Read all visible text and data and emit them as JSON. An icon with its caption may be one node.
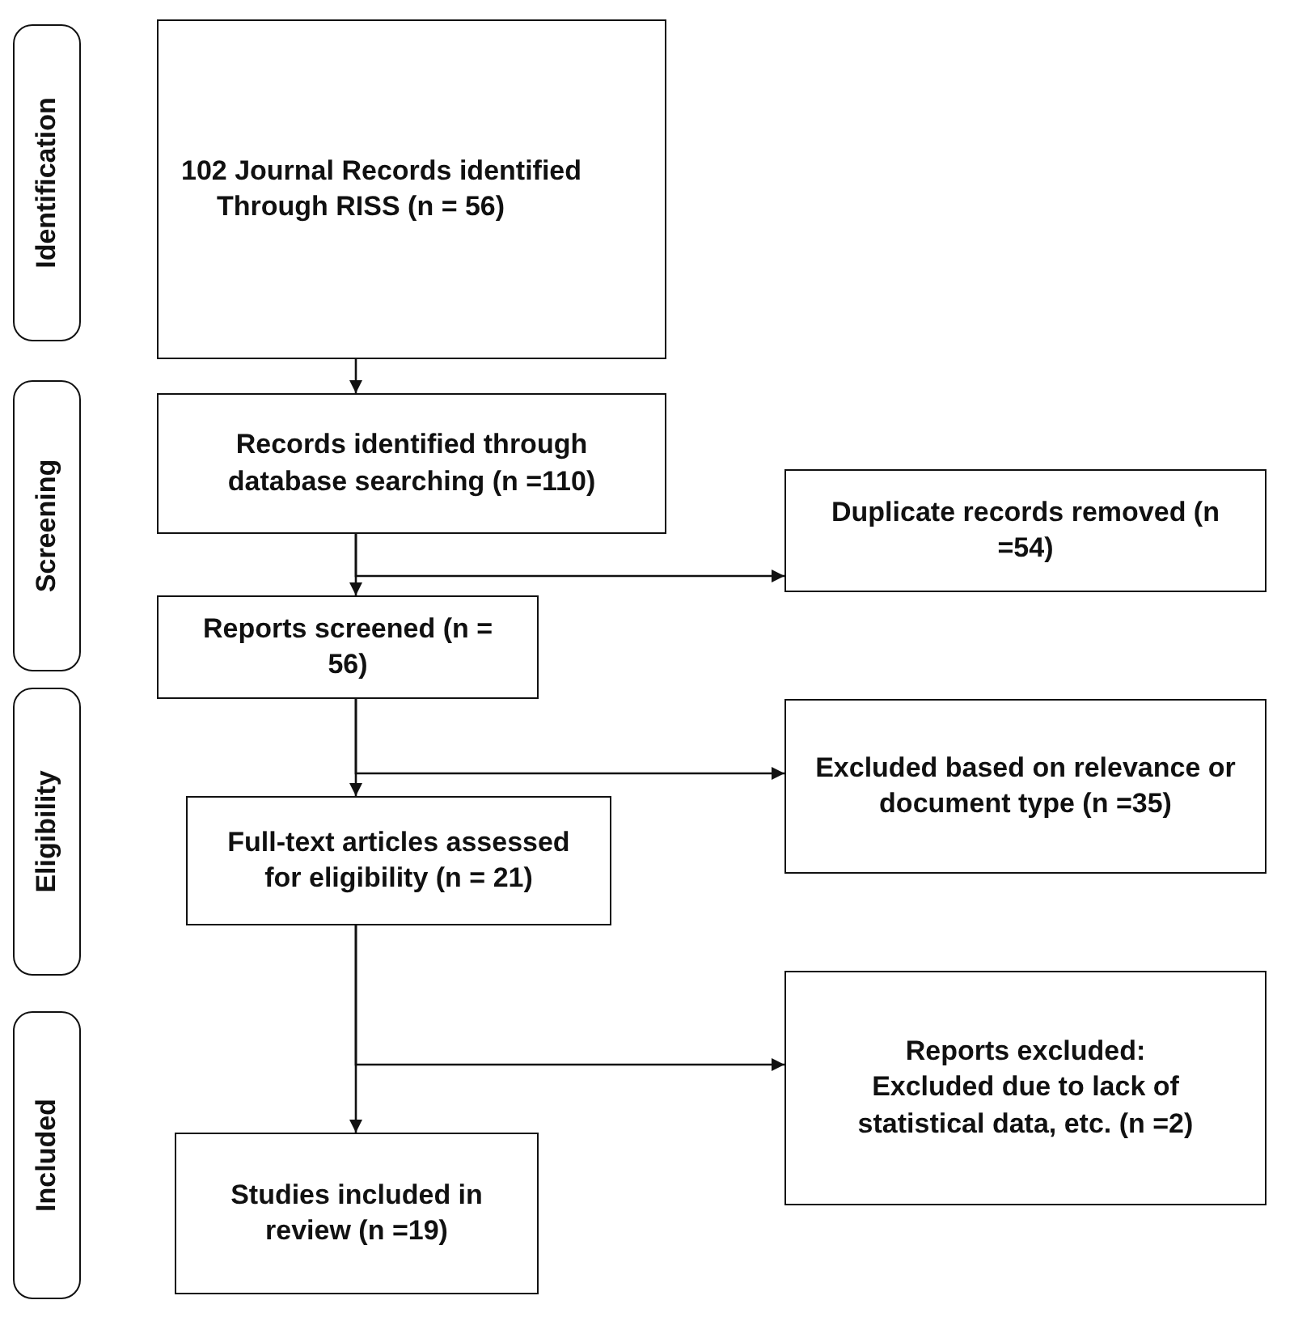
{
  "diagram": {
    "nodes": [
      {
        "text": [
          "Identification"
        ]
      },
      {
        "text": [
          "102 Journal Records identified",
          "Through RISS (n = 56)"
        ]
      },
      {
        "text": [
          "Screening"
        ]
      },
      {
        "text": [
          "Records identified through database searching (n =110)"
        ]
      },
      {
        "text": [
          "Duplicate records removed (n =54)"
        ]
      },
      {
        "text": [
          "Reports screened (n = 56)"
        ]
      },
      {
        "text": [
          "Eligibility"
        ]
      },
      {
        "text": [
          "Excluded based on relevance or document type (n =35)"
        ]
      },
      {
        "text": [
          "Full-text articles assessed for eligibility (n = 21)"
        ]
      },
      {
        "text": [
          "Reports excluded:",
          "Excluded due to lack of statistical data, etc. (n =2)"
        ]
      },
      {
        "text": [
          "Included"
        ]
      },
      {
        "text": [
          "Studies included in review (n =19)"
        ]
      }
    ],
    "edges": [
      {
        "from": 1,
        "to": 3,
        "arrow": "to"
      },
      {
        "from": 3,
        "to": 5,
        "arrow": "to"
      },
      {
        "from": 3,
        "to": 4,
        "arrow": "to"
      },
      {
        "from": 5,
        "to": 8,
        "arrow": "to"
      },
      {
        "from": 5,
        "to": 7,
        "arrow": "to"
      },
      {
        "from": 8,
        "to": 11,
        "arrow": "to"
      },
      {
        "from": 8,
        "to": 9,
        "arrow": "to"
      }
    ]
  }
}
